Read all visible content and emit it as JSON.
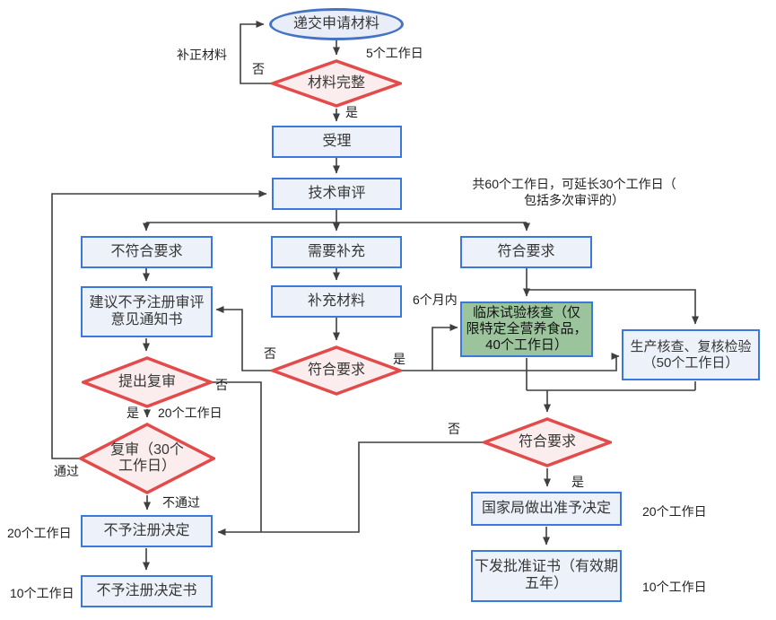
{
  "flowchart": {
    "nodes": {
      "submit": "递交申请材料",
      "materials_complete": "材料完整",
      "accept": "受理",
      "technical_review": "技术审评",
      "not_meet_requirements": "不符合要求",
      "need_supplement": "需要补充",
      "meet_requirements": "符合要求",
      "notice_no_registration": "建议不予注册审评\n意见通知书",
      "supplement_materials": "补充材料",
      "clinical_trial_check": "临床试验核查（仅\n限特定全营养食品，\n40个工作日）",
      "production_check": "生产核查、复核检验\n（50个工作日）",
      "request_reexamination": "提出复审",
      "reexamination": "复审（30个\n工作日）",
      "meet_requirements_final": "符合要求",
      "state_bureau_approval": "国家局做出准予决定",
      "issue_certificate": "下发批准证书（有效期\n五年）",
      "no_registration_decision": "不予注册决定",
      "no_registration_document": "不予注册决定书"
    },
    "edge_labels": {
      "correct_materials": "补正材料",
      "no_1": "否",
      "five_days": "5个工作日",
      "yes_1": "是",
      "six_months": "6个月内",
      "no_2": "否",
      "yes_2": "是",
      "no_3": "否",
      "yes_3": "是",
      "twenty_days_review": "20个工作日",
      "pass": "通过",
      "fail": "不通过",
      "twenty_days_left": "20个工作日",
      "ten_days_left": "10个工作日",
      "no_final": "否",
      "yes_final": "是",
      "twenty_days_right": "20个工作日",
      "ten_days_right": "10个工作日"
    },
    "annotations": {
      "review_duration": "共60个工作日，可延长30个工作日（\n包括多次审评的）"
    },
    "colors": {
      "box_border": "#3B78DE",
      "box_fill": "#EDF2FA",
      "ellipse_border": "#4472C4",
      "diamond_border": "#E34B4B",
      "diamond_fill": "#FBEDED",
      "green_fill": "#9CC49C",
      "line": "#3F3F3F"
    }
  }
}
